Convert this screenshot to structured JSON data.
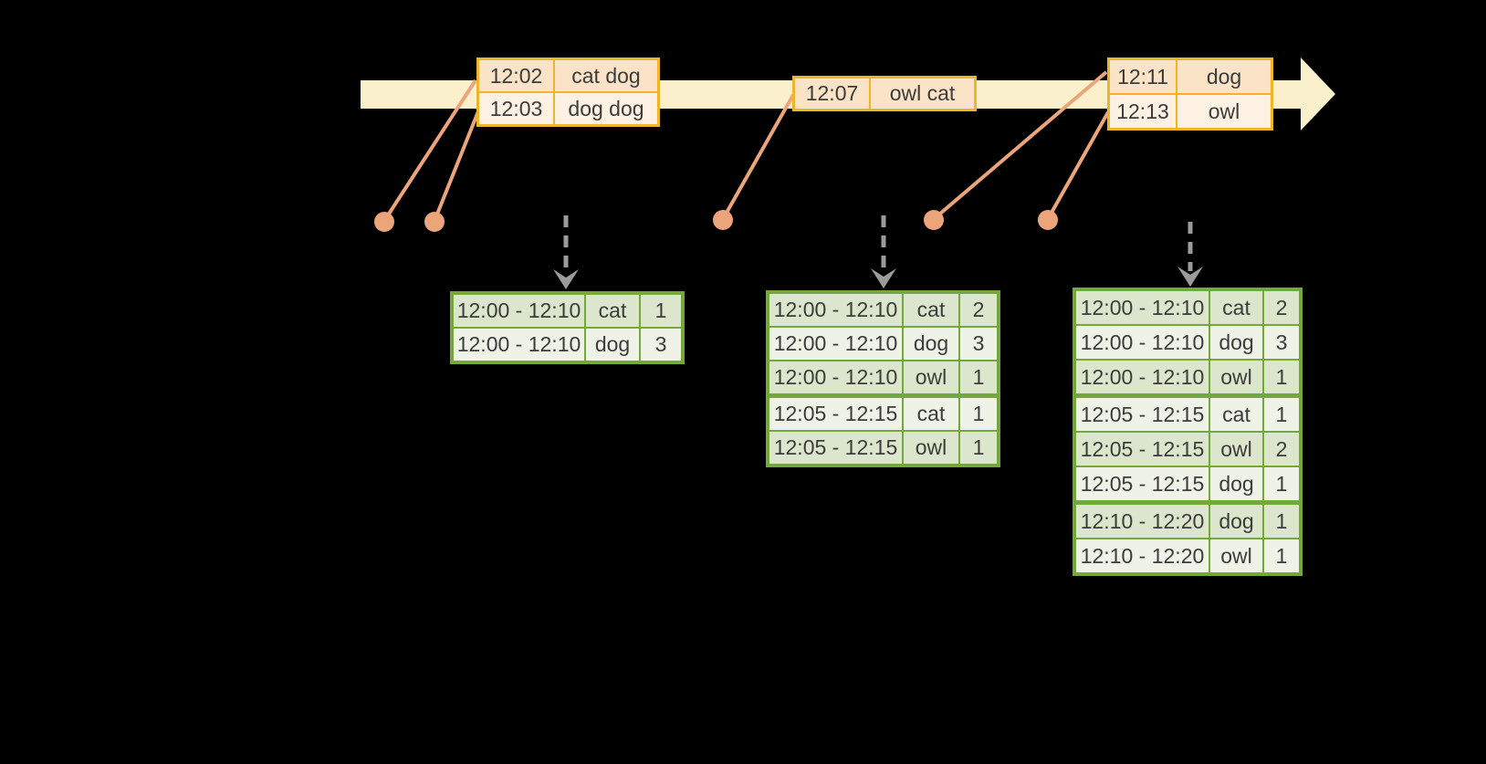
{
  "colors": {
    "background": "#000000",
    "timeline_band": "#FAF0CB",
    "orange_border": "#F0B428",
    "orange_row_dark": "#FAE3C6",
    "orange_row_light": "#FCF1E2",
    "connector_orange": "#ECA47A",
    "green_border": "#74A83C",
    "green_row_dark": "#DCE6CC",
    "green_row_light": "#EFF3E7",
    "trigger_arrow_gray": "#9B9B9B",
    "text": "#3C3C3C"
  },
  "event_tables": [
    {
      "rows": [
        {
          "time": "12:02",
          "words": "cat dog"
        },
        {
          "time": "12:03",
          "words": "dog dog"
        }
      ]
    },
    {
      "rows": [
        {
          "time": "12:07",
          "words": "owl cat"
        }
      ]
    },
    {
      "rows": [
        {
          "time": "12:11",
          "words": "dog"
        },
        {
          "time": "12:13",
          "words": "owl"
        }
      ]
    }
  ],
  "result_tables": [
    {
      "rows": [
        {
          "window": "12:00 - 12:10",
          "word": "cat",
          "count": "1"
        },
        {
          "window": "12:00 - 12:10",
          "word": "dog",
          "count": "3"
        }
      ]
    },
    {
      "rows": [
        {
          "window": "12:00 - 12:10",
          "word": "cat",
          "count": "2"
        },
        {
          "window": "12:00 - 12:10",
          "word": "dog",
          "count": "3"
        },
        {
          "window": "12:00 - 12:10",
          "word": "owl",
          "count": "1"
        },
        {
          "window": "12:05 - 12:15",
          "word": "cat",
          "count": "1"
        },
        {
          "window": "12:05 - 12:15",
          "word": "owl",
          "count": "1"
        }
      ]
    },
    {
      "rows": [
        {
          "window": "12:00 - 12:10",
          "word": "cat",
          "count": "2"
        },
        {
          "window": "12:00 - 12:10",
          "word": "dog",
          "count": "3"
        },
        {
          "window": "12:00 - 12:10",
          "word": "owl",
          "count": "1"
        },
        {
          "window": "12:05 - 12:15",
          "word": "cat",
          "count": "1"
        },
        {
          "window": "12:05 - 12:15",
          "word": "owl",
          "count": "2"
        },
        {
          "window": "12:05 - 12:15",
          "word": "dog",
          "count": "1"
        },
        {
          "window": "12:10 - 12:20",
          "word": "dog",
          "count": "1"
        },
        {
          "window": "12:10 - 12:20",
          "word": "owl",
          "count": "1"
        }
      ]
    }
  ]
}
